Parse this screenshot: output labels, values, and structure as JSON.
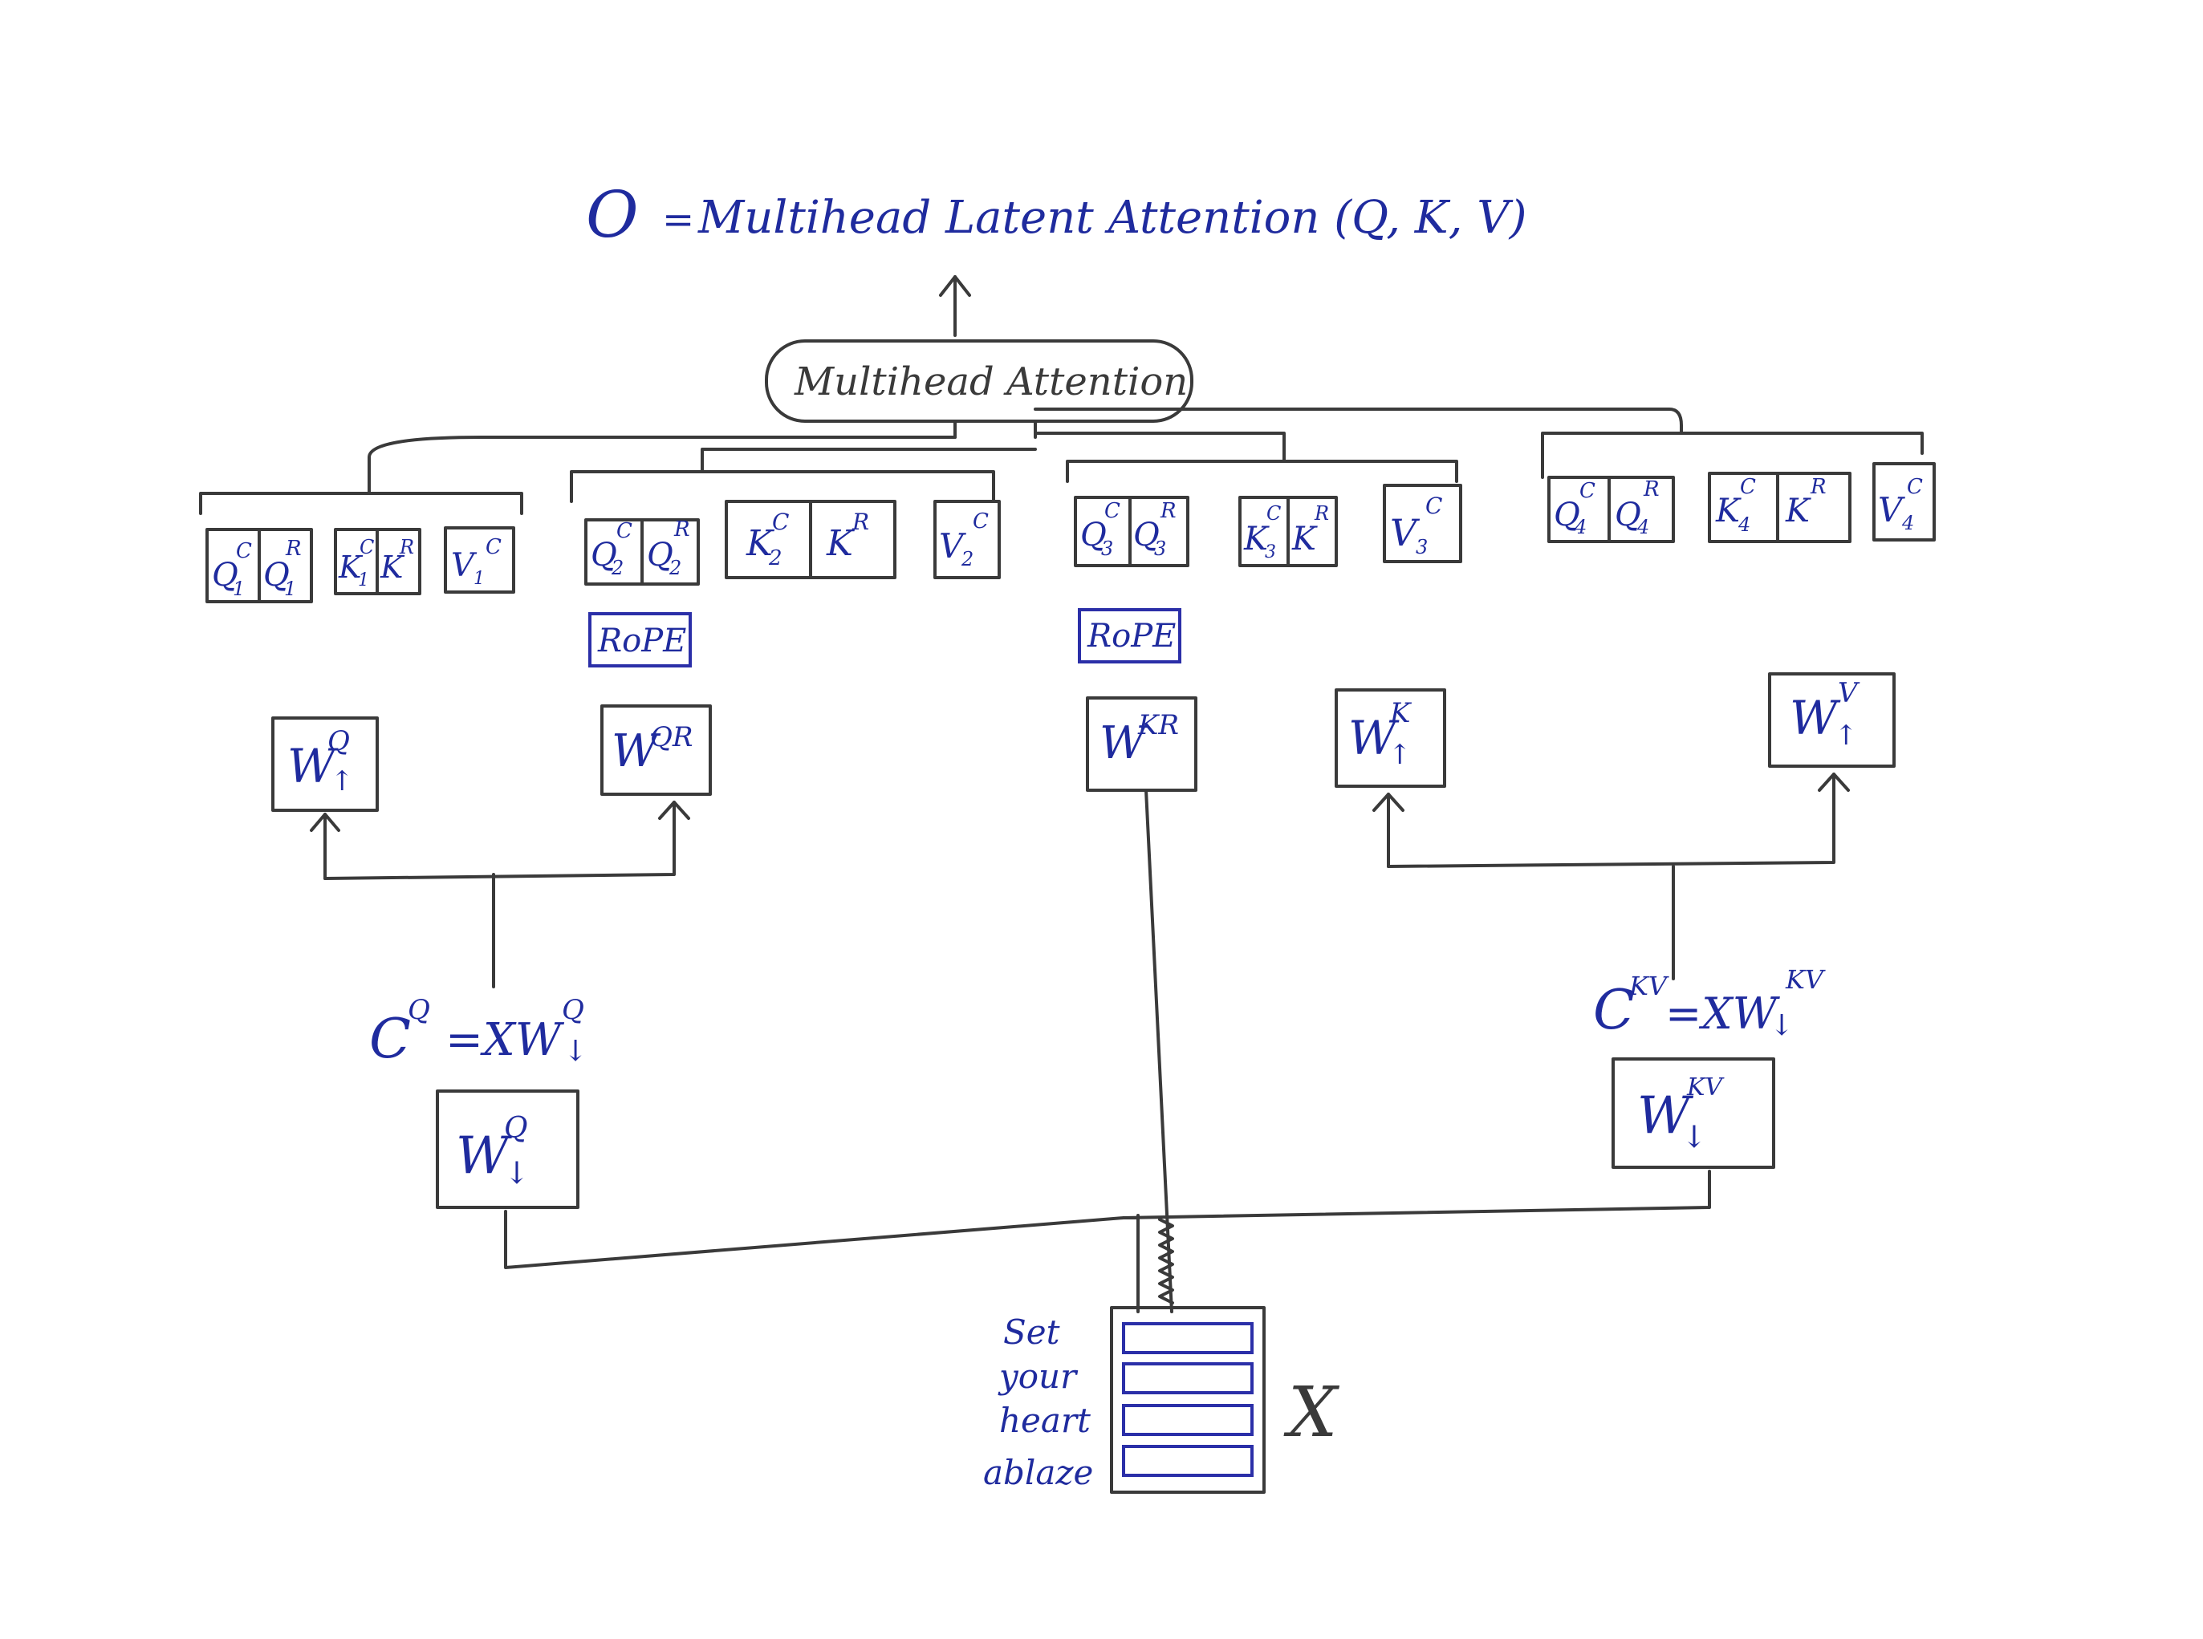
{
  "title": {
    "lhs": "O",
    "eq": "=",
    "rhs": "Multihead Latent Attention (Q, K, V)"
  },
  "attention_block": {
    "label": "Multihead Attention"
  },
  "heads": [
    {
      "q": {
        "c": [
          "Q",
          "1",
          "C"
        ],
        "r": [
          "Q",
          "1",
          "R"
        ]
      },
      "k": {
        "c": [
          "K",
          "1",
          "C"
        ],
        "r": [
          "K",
          "",
          "R"
        ]
      },
      "v": [
        "V",
        "1",
        "C"
      ]
    },
    {
      "q": {
        "c": [
          "Q",
          "2",
          "C"
        ],
        "r": [
          "Q",
          "2",
          "R"
        ]
      },
      "k": {
        "c": [
          "K",
          "2",
          "C"
        ],
        "r": [
          "K",
          "",
          "R"
        ]
      },
      "v": [
        "V",
        "2",
        "C"
      ]
    },
    {
      "q": {
        "c": [
          "Q",
          "3",
          "C"
        ],
        "r": [
          "Q",
          "3",
          "R"
        ]
      },
      "k": {
        "c": [
          "K",
          "3",
          "C"
        ],
        "r": [
          "K",
          "",
          "R"
        ]
      },
      "v": [
        "V",
        "3",
        "C"
      ]
    },
    {
      "q": {
        "c": [
          "Q",
          "4",
          "C"
        ],
        "r": [
          "Q",
          "4",
          "R"
        ]
      },
      "k": {
        "c": [
          "K",
          "4",
          "C"
        ],
        "r": [
          "K",
          "",
          "R"
        ]
      },
      "v": [
        "V",
        "4",
        "C"
      ]
    }
  ],
  "rope": {
    "q_label": "RoPE",
    "k_label": "RoPE"
  },
  "weights": {
    "w_uq": {
      "base": "W",
      "sup": "Q",
      "arrow": "↑"
    },
    "w_qr": {
      "base": "W",
      "sup": "QR"
    },
    "w_kr": {
      "base": "W",
      "sup": "KR"
    },
    "w_uk": {
      "base": "W",
      "sup": "K",
      "arrow": "↑"
    },
    "w_uv": {
      "base": "W",
      "sup": "V",
      "arrow": "↑"
    },
    "w_dq": {
      "base": "W",
      "sup": "Q",
      "arrow": "↓"
    },
    "w_dkv": {
      "base": "W",
      "sup": "KV",
      "arrow": "↓"
    }
  },
  "latent_q": {
    "lhs": "C",
    "lhs_sup": "Q",
    "rhs": "=XW",
    "rhs_sup": "Q",
    "arrow": "↓"
  },
  "latent_kv": {
    "lhs": "C",
    "lhs_sup": "KV",
    "rhs": "=XW",
    "rhs_sup": "KV",
    "arrow": "↓"
  },
  "input": {
    "label": "X",
    "caption": [
      "Set",
      "your",
      "heart",
      "ablaze"
    ],
    "rows": 4
  }
}
